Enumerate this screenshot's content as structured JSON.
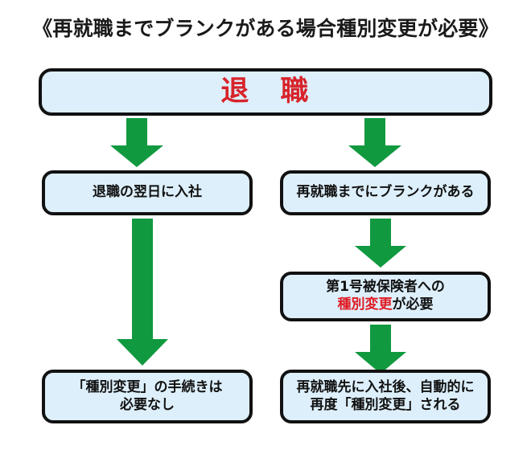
{
  "title": "《再就職までブランクがある場合種別変更が必要》",
  "colors": {
    "box_fill": "#ddeffb",
    "box_border": "#111111",
    "arrow_green": "#119940",
    "accent_red": "#e01b24",
    "title_text": "#1a1a1a",
    "background": "#ffffff"
  },
  "nodes": {
    "top": {
      "text": "退　職"
    },
    "left_1": {
      "lines": [
        "退職の翌日に入社"
      ]
    },
    "right_1": {
      "lines": [
        "再就職までにブランクがある"
      ]
    },
    "right_2": {
      "line1": "第1号被保険者への",
      "line2_accent": "種別変更",
      "line2_rest": "が必要"
    },
    "left_3": {
      "line1": "「種別変更」の手続きは",
      "line2": "必要なし"
    },
    "right_3": {
      "line1": "再就職先に入社後、自動的に",
      "line2": "再度「種別変更」される"
    }
  },
  "arrows": [
    {
      "name": "arrow-top-to-left-1",
      "direction": "down"
    },
    {
      "name": "arrow-top-to-right-1",
      "direction": "down"
    },
    {
      "name": "arrow-left-1-to-left-3",
      "direction": "down"
    },
    {
      "name": "arrow-right-1-to-right-2",
      "direction": "down"
    },
    {
      "name": "arrow-right-2-to-right-3",
      "direction": "down"
    }
  ]
}
